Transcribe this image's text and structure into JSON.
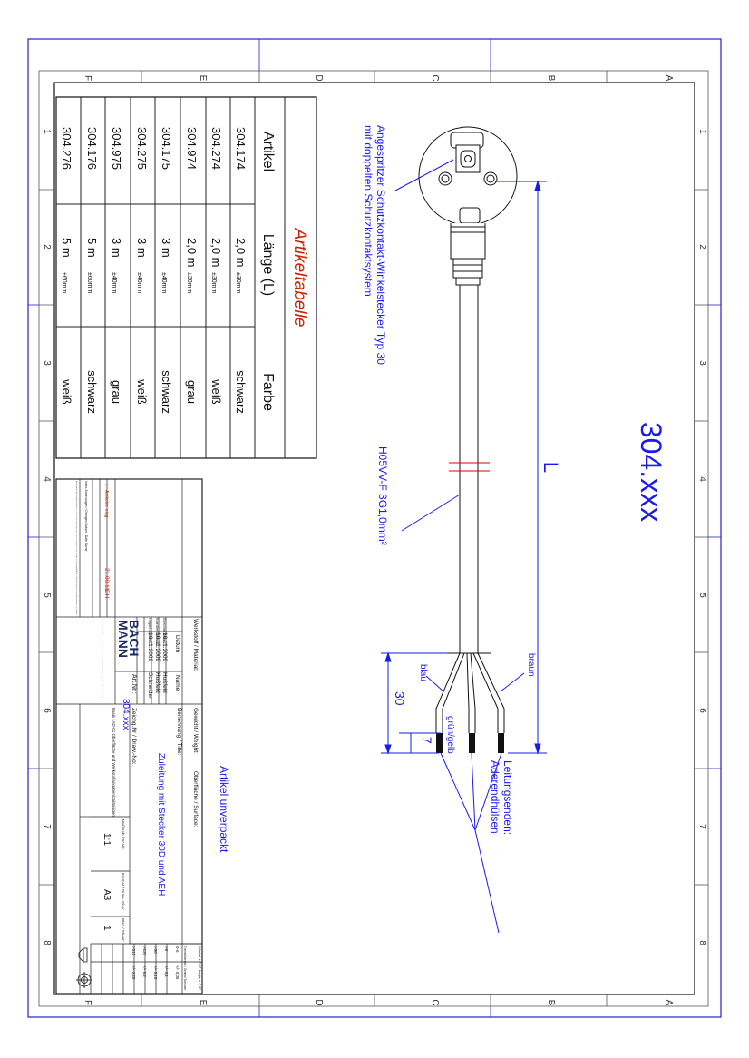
{
  "drawing": {
    "number_title": "304.xxx",
    "length_symbol": "L",
    "plug_note_line1": "Angespritzer Schutzkontakt-Winkelstecker Typ 30",
    "plug_note_line2": "mit doppelten Schutzkontaktsystem",
    "cable_spec": "H05VV-F 3G1,0mm²",
    "wire_labels": {
      "blue": "blau",
      "brown": "braun",
      "green_yellow": "grün/gelb"
    },
    "dim_strip": "30",
    "dim_sleeve": "7",
    "wire_end_note_line1": "Leitungsenden:",
    "wire_end_note_line2": "Aderendhülsen",
    "unpacked_note": "Artikel unverpackt"
  },
  "frame": {
    "letters": [
      "A",
      "B",
      "C",
      "D",
      "E",
      "F"
    ],
    "numbers": [
      "1",
      "2",
      "3",
      "4",
      "5",
      "6",
      "7",
      "8"
    ]
  },
  "article_table": {
    "title": "Artikeltabelle",
    "headers": [
      "Artikel",
      "Länge (L)",
      "Farbe"
    ],
    "rows": [
      {
        "article": "304.174",
        "length": "2,0 m",
        "tol": "±30mm",
        "color": "schwarz"
      },
      {
        "article": "304.274",
        "length": "2,0 m",
        "tol": "±30mm",
        "color": "weiß"
      },
      {
        "article": "304.974",
        "length": "2,0 m",
        "tol": "±30mm",
        "color": "grau"
      },
      {
        "article": "304.175",
        "length": "3 m",
        "tol": "±40mm",
        "color": "schwarz"
      },
      {
        "article": "304.275",
        "length": "3 m",
        "tol": "±40mm",
        "color": "weiß"
      },
      {
        "article": "304.975",
        "length": "3 m",
        "tol": "±40mm",
        "color": "grau"
      },
      {
        "article": "304.176",
        "length": "5 m",
        "tol": "±60mm",
        "color": "schwarz"
      },
      {
        "article": "304.276",
        "length": "5 m",
        "tol": "±60mm",
        "color": "weiß"
      }
    ]
  },
  "title_block": {
    "material_label": "Werkstoff / Material:",
    "weight_label": "Gewicht / Weight:",
    "surface_label": "Oberfläche / Surface:",
    "designation_label": "Benennung / Title:",
    "designation": "Zuleitung mit Stecker 30D und AEH",
    "drawing_no_label": "Zeichg.Nr / Draw.-No:",
    "art_no_label": "Art.Nr.:",
    "art_no": "304.xxx",
    "scale_label": "Maßstab / Scale:",
    "scale": "1:1",
    "format_label": "Format / Draw.-Size:",
    "format": "A3",
    "sheet_label": "Blatt / Sheet:",
    "sheet": "1",
    "company_line1": "BACH",
    "company_line2": "MANN",
    "date_label": "Datum",
    "name_label": "Name",
    "people": [
      {
        "role": "Gezeichnet Drawn",
        "date": "16.11.2009",
        "name": "Hoßfeld"
      },
      {
        "role": "Kontrolliert Checked",
        "date": "16.11.2009",
        "name": "Hoßfeld"
      },
      {
        "role": "Freigabe Approved",
        "date": "16.11.2009",
        "name": "Schneider"
      }
    ],
    "revision": {
      "index": "1",
      "text": "Artikelnr. eing.",
      "date": "21.09.11",
      "name": "DH"
    },
    "revision_header": "Index Änderungen / Changes  Datum / Date  Name",
    "basis_note": "Basis : AD-01 Oberfläche und Werkstoffangaben/Zulässigen",
    "copyright_de": "Weitergabe sowie Vervielfältigung dieses Dokuments, Verwertung und Mitteilung seines Inhalts sind verboten, soweit nicht ausdrücklich gestattet. Zuwiderhandlungen verpflichten zu Schadenersatz. Alle Rechte für den Fall der Patent-, Gebrauchsmuster- oder Geschmacksmustereintragung vorbehalten.",
    "copyright_en": "The reproduction, distribution and utilization of this document as well as the communication of its contents to others without express authorization is prohibited. Offenders will be held liable for the payment of damages. All rights reserved in the event of the grant of a patent, utility model or design.",
    "tolerance_title": "Freimaßtoleranz / General Tolerance",
    "winkel": "Winkel +-0,5° Angle +-0,5°",
    "tolerances": [
      [
        "0-6",
        "+/- 0,05"
      ],
      [
        ">6",
        "+/- 0,1"
      ],
      [
        ">30",
        "+/- 0,15"
      ],
      [
        ">120",
        "+/- 0,2"
      ],
      [
        ">315",
        "+/- 0,25"
      ]
    ]
  },
  "colors": {
    "drawing_blue": "#1a1aee",
    "line": "#000000",
    "frame_blue": "#2222cc",
    "title_red": "#cc2200",
    "cut_red": "#dd0000"
  }
}
